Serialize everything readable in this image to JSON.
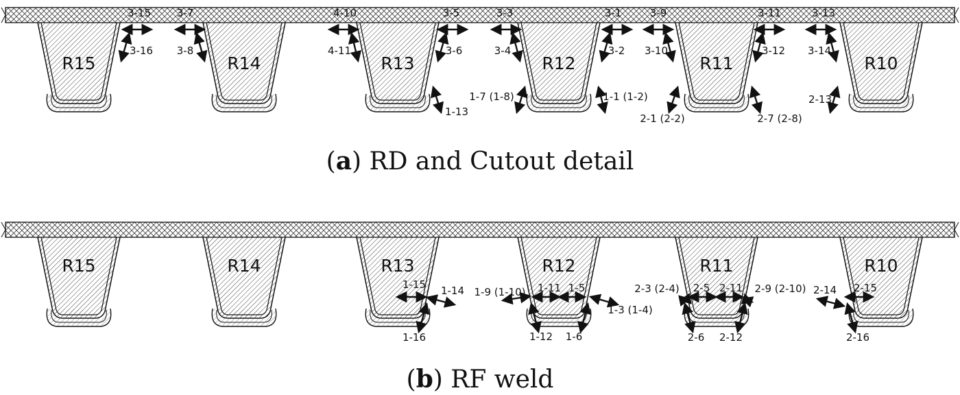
{
  "panels": [
    {
      "id": "a",
      "caption_letter": "a",
      "caption_text": "RD and Cutout detail",
      "ribs": [
        "R15",
        "R14",
        "R13",
        "R12",
        "R11",
        "R10"
      ],
      "gauges": [
        {
          "label": "3-15",
          "kind": "horizontal"
        },
        {
          "label": "3-16",
          "kind": "slanted"
        },
        {
          "label": "3-7",
          "kind": "horizontal"
        },
        {
          "label": "3-8",
          "kind": "slanted"
        },
        {
          "label": "4-10",
          "kind": "horizontal"
        },
        {
          "label": "4-11",
          "kind": "slanted"
        },
        {
          "label": "3-5",
          "kind": "horizontal"
        },
        {
          "label": "3-6",
          "kind": "slanted"
        },
        {
          "label": "3-3",
          "kind": "horizontal"
        },
        {
          "label": "3-4",
          "kind": "slanted"
        },
        {
          "label": "3-1",
          "kind": "horizontal"
        },
        {
          "label": "3-2",
          "kind": "slanted"
        },
        {
          "label": "3-9",
          "kind": "horizontal"
        },
        {
          "label": "3-10",
          "kind": "slanted"
        },
        {
          "label": "3-11",
          "kind": "horizontal"
        },
        {
          "label": "3-12",
          "kind": "slanted"
        },
        {
          "label": "3-13",
          "kind": "horizontal"
        },
        {
          "label": "3-14",
          "kind": "slanted"
        },
        {
          "label": "1-13",
          "kind": "slanted"
        },
        {
          "label": "1-7 (1-8)",
          "kind": "slanted"
        },
        {
          "label": "1-1 (1-2)",
          "kind": "slanted"
        },
        {
          "label": "2-1 (2-2)",
          "kind": "slanted"
        },
        {
          "label": "2-7 (2-8)",
          "kind": "slanted"
        },
        {
          "label": "2-13",
          "kind": "slanted"
        }
      ]
    },
    {
      "id": "b",
      "caption_letter": "b",
      "caption_text": "RF weld",
      "ribs": [
        "R15",
        "R14",
        "R13",
        "R12",
        "R11",
        "R10"
      ],
      "gauges": [
        {
          "label": "1-15",
          "kind": "horizontal"
        },
        {
          "label": "1-14",
          "kind": "slanted"
        },
        {
          "label": "1-16",
          "kind": "slanted"
        },
        {
          "label": "1-9 (1-10)",
          "kind": "slanted"
        },
        {
          "label": "1-11",
          "kind": "horizontal"
        },
        {
          "label": "1-5",
          "kind": "horizontal"
        },
        {
          "label": "1-12",
          "kind": "slanted"
        },
        {
          "label": "1-6",
          "kind": "slanted"
        },
        {
          "label": "1-3 (1-4)",
          "kind": "slanted"
        },
        {
          "label": "2-3 (2-4)",
          "kind": "slanted"
        },
        {
          "label": "2-5",
          "kind": "horizontal"
        },
        {
          "label": "2-11",
          "kind": "horizontal"
        },
        {
          "label": "2-6",
          "kind": "slanted"
        },
        {
          "label": "2-12",
          "kind": "slanted"
        },
        {
          "label": "2-9 (2-10)",
          "kind": "slanted"
        },
        {
          "label": "2-14",
          "kind": "slanted"
        },
        {
          "label": "2-15",
          "kind": "horizontal"
        },
        {
          "label": "2-16",
          "kind": "slanted"
        }
      ]
    }
  ],
  "colors": {
    "line": "#111111",
    "hatch": "#333333",
    "background": "#ffffff"
  }
}
